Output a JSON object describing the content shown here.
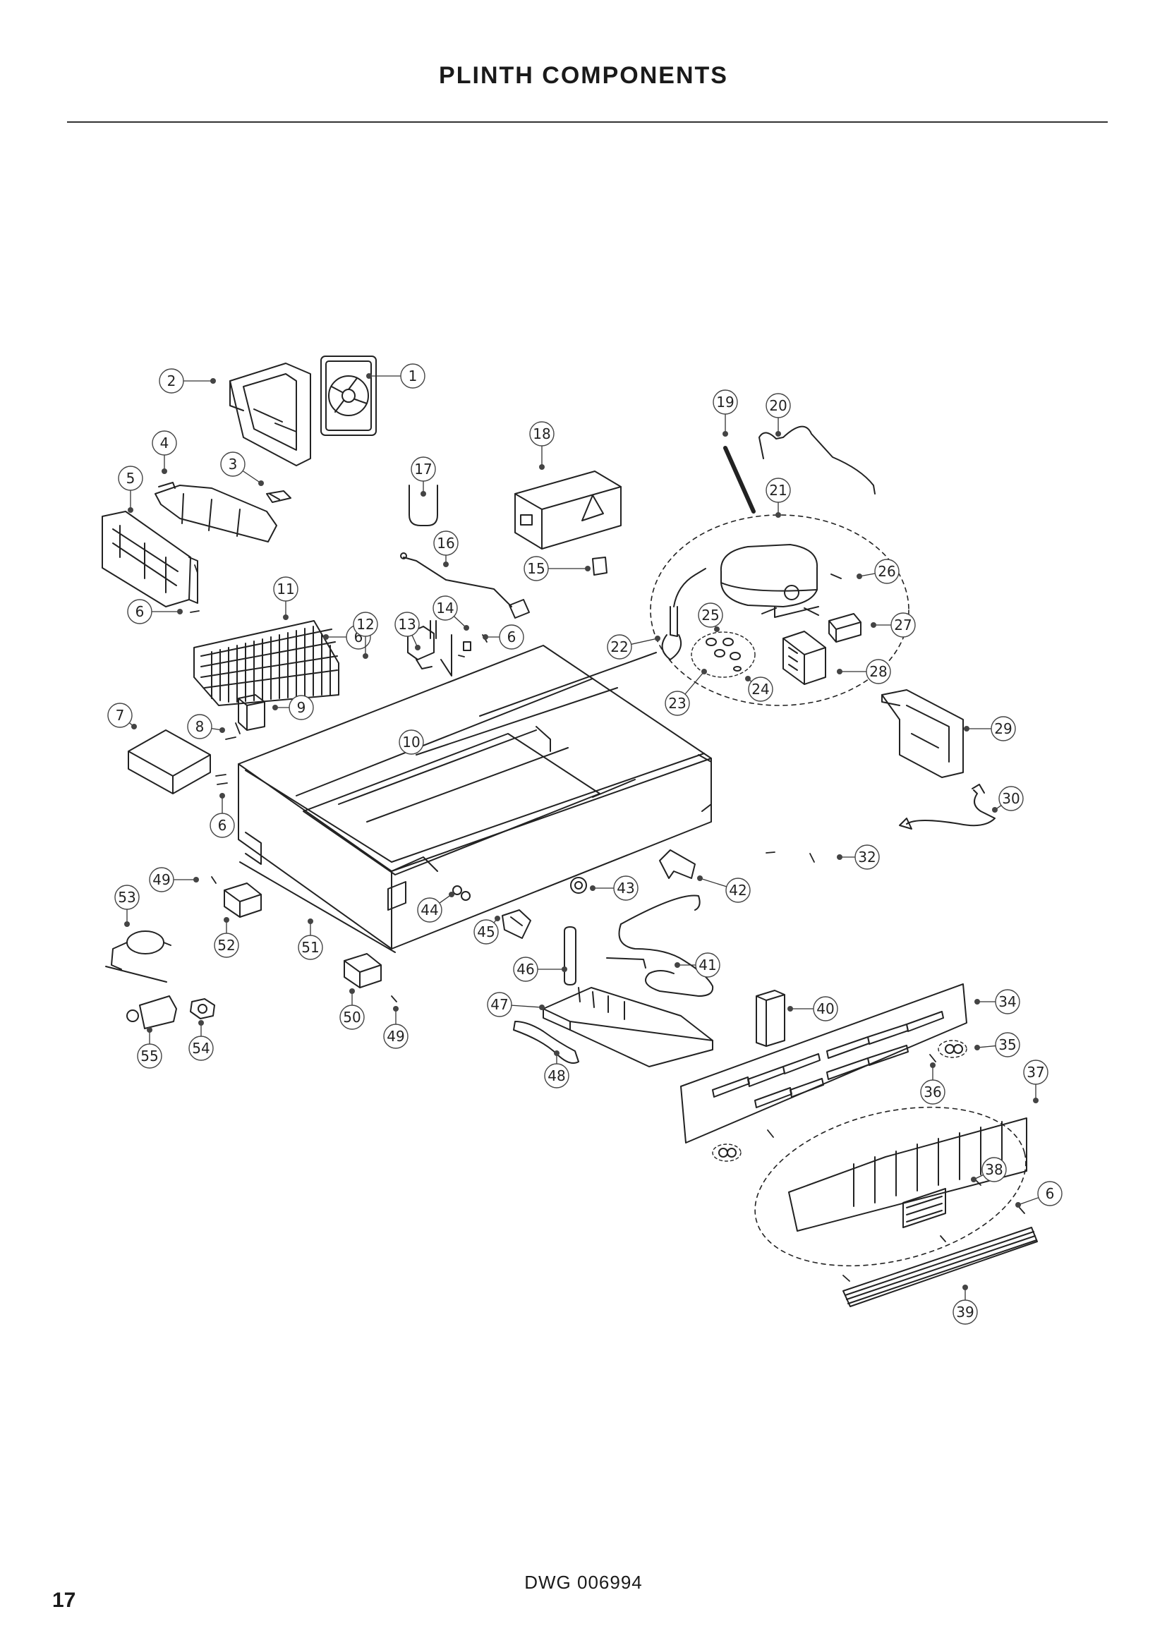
{
  "page": {
    "title": "PLINTH COMPONENTS",
    "page_number": "17",
    "drawing_number": "DWG 006994"
  },
  "callouts": [
    "1",
    "2",
    "3",
    "4",
    "5",
    "6",
    "6",
    "6",
    "6",
    "6",
    "7",
    "8",
    "9",
    "10",
    "11",
    "12",
    "13",
    "14",
    "15",
    "16",
    "17",
    "18",
    "19",
    "20",
    "21",
    "22",
    "23",
    "24",
    "25",
    "26",
    "27",
    "28",
    "29",
    "30",
    "32",
    "34",
    "35",
    "36",
    "37",
    "38",
    "39",
    "40",
    "41",
    "42",
    "43",
    "44",
    "45",
    "46",
    "47",
    "48",
    "49",
    "49",
    "50",
    "51",
    "52",
    "53",
    "54",
    "55"
  ]
}
